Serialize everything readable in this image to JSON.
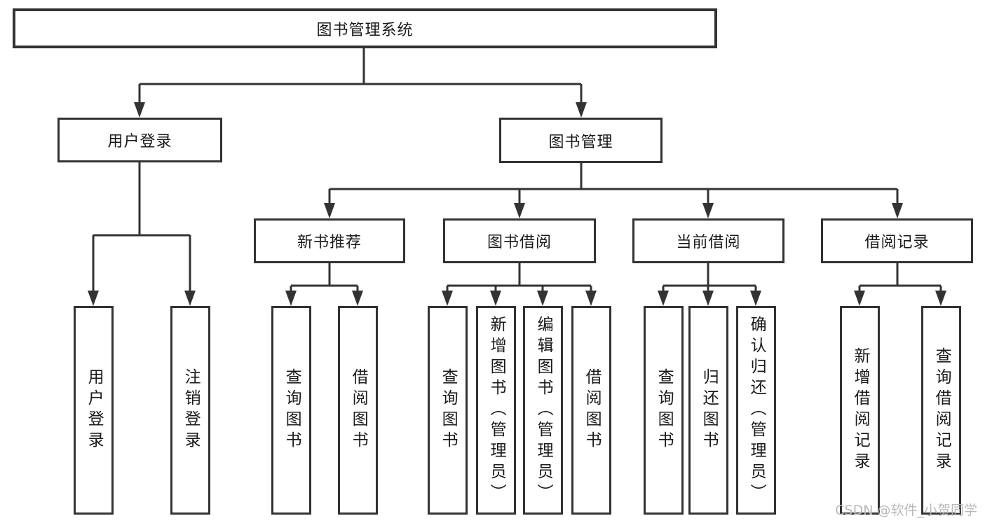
{
  "diagram": {
    "root": {
      "label": "图书管理系统"
    },
    "level2": [
      {
        "label": "用户登录"
      },
      {
        "label": "图书管理"
      }
    ],
    "level3": [
      {
        "label": "新书推荐",
        "parent": "图书管理"
      },
      {
        "label": "图书借阅",
        "parent": "图书管理"
      },
      {
        "label": "当前借阅",
        "parent": "图书管理"
      },
      {
        "label": "借阅记录",
        "parent": "图书管理"
      }
    ],
    "leaves": [
      {
        "label": "用户登录",
        "parent": "用户登录"
      },
      {
        "label": "注销登录",
        "parent": "用户登录"
      },
      {
        "label": "查询图书",
        "parent": "新书推荐"
      },
      {
        "label": "借阅图书",
        "parent": "新书推荐"
      },
      {
        "label": "查询图书",
        "parent": "图书借阅"
      },
      {
        "label": "新增图书（管理员）",
        "parent": "图书借阅"
      },
      {
        "label": "编辑图书（管理员）",
        "parent": "图书借阅"
      },
      {
        "label": "借阅图书",
        "parent": "图书借阅"
      },
      {
        "label": "查询图书",
        "parent": "当前借阅"
      },
      {
        "label": "归还图书",
        "parent": "当前借阅"
      },
      {
        "label": "确认归还（管理员）",
        "parent": "当前借阅"
      },
      {
        "label": "新增借阅记录",
        "parent": "借阅记录"
      },
      {
        "label": "查询借阅记录",
        "parent": "借阅记录"
      }
    ],
    "watermark": "CSDN @软件_小贺同学",
    "colors": {
      "line": "#333333",
      "text": "#1a1a1a",
      "box_background": "#ffffff",
      "watermark": "#b9b9b9",
      "background": "#ffffff"
    }
  }
}
